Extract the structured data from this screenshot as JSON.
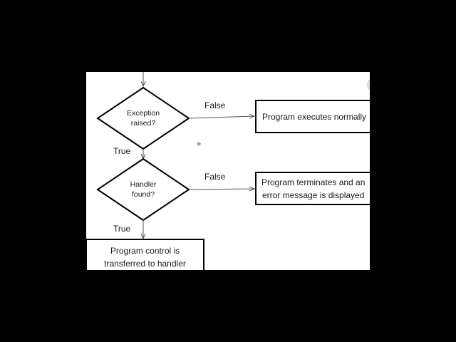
{
  "flowchart": {
    "decision_1": {
      "line1": "Exception",
      "line2": "raised?"
    },
    "decision_2": {
      "line1": "Handler",
      "line2": "found?"
    },
    "edge_labels": {
      "false_1": "False",
      "true_1": "True",
      "false_2": "False",
      "true_2": "True"
    },
    "box_normal": {
      "line1": "Program executes normally"
    },
    "box_terminate": {
      "line1": "Program terminates and an",
      "line2": "error message is displayed"
    },
    "box_handler": {
      "line1": "Program control is",
      "line2": "transferred to handler"
    }
  },
  "colors": {
    "background": "#000000",
    "slide": "#ffffff",
    "stroke": "#000000",
    "connector": "#555555"
  }
}
